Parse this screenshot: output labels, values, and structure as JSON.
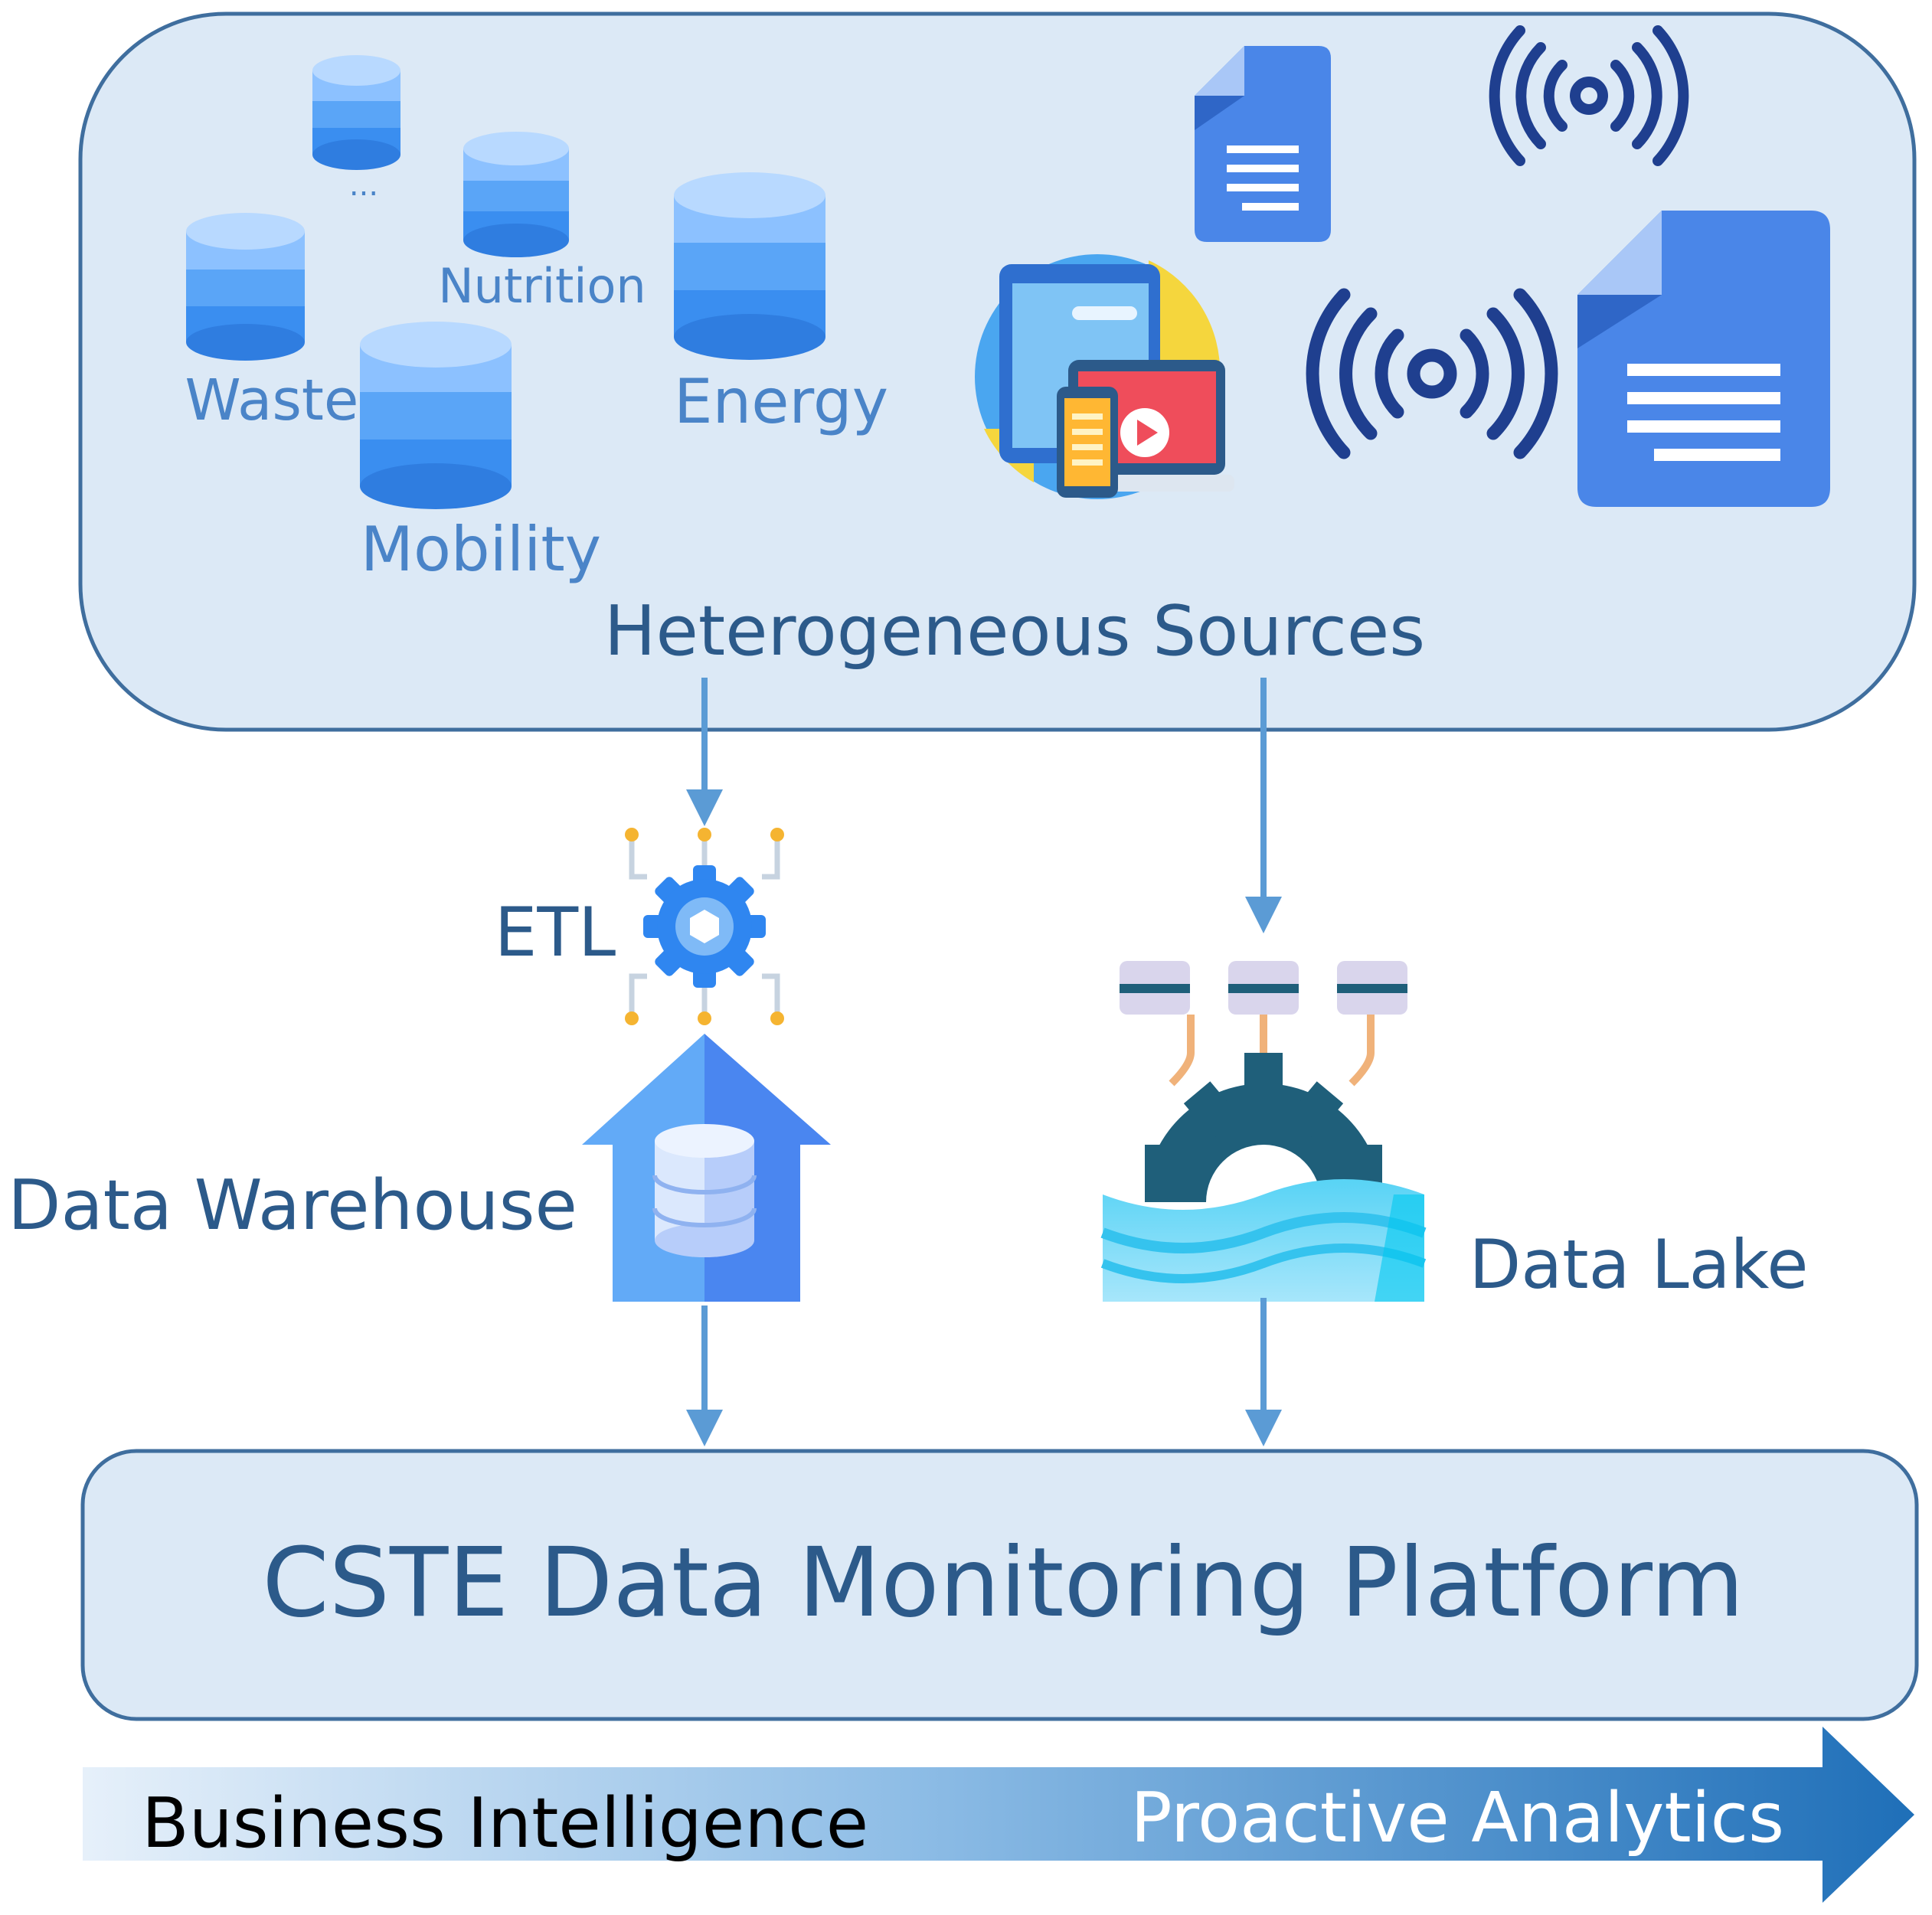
{
  "sources": {
    "title": "Heterogeneous Sources",
    "databases": [
      {
        "label": "..."
      },
      {
        "label": "Nutrition"
      },
      {
        "label": "Waste"
      },
      {
        "label": "Energy"
      },
      {
        "label": "Mobility"
      }
    ]
  },
  "etl": {
    "label": "ETL"
  },
  "warehouse": {
    "label": "Data Warehouse"
  },
  "lake": {
    "label": "Data Lake"
  },
  "platform": {
    "title": "CSTE Data Monitoring Platform"
  },
  "analytics": {
    "left_label": "Business Intelligence",
    "right_label": "Proactive Analytics"
  },
  "colors": {
    "panel_fill": "#dce9f6",
    "panel_stroke": "#3f6e9e",
    "text_dark": "#2c5a8a",
    "db_label": "#4a84c8",
    "arrow": "#5b9bd5",
    "doc_blue": "#4a86e8"
  }
}
